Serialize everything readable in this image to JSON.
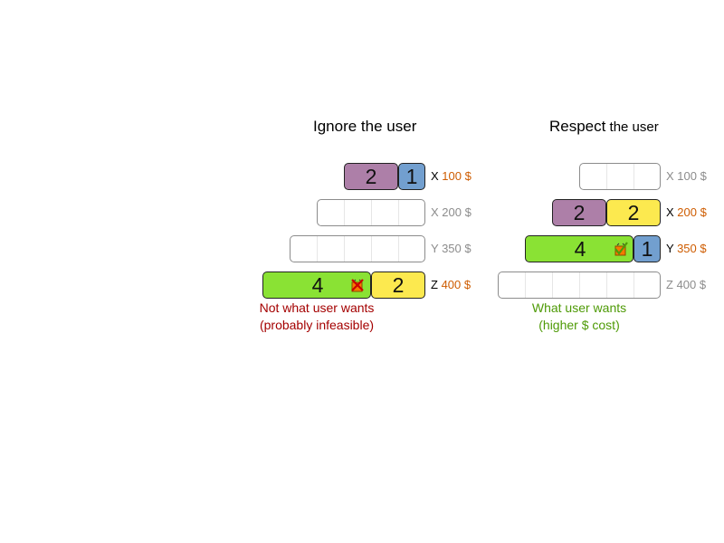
{
  "left": {
    "title": "Ignore the user",
    "rows": [
      {
        "machine": "X",
        "cost": "100 $",
        "blocks": [
          "2",
          "1"
        ]
      },
      {
        "machine": "X",
        "cost": "200 $",
        "blocks": []
      },
      {
        "machine": "Y",
        "cost": "350 $",
        "blocks": []
      },
      {
        "machine": "Z",
        "cost": "400 $",
        "blocks": [
          "4",
          "2"
        ]
      }
    ],
    "note_line1": "Not what user wants",
    "note_line2": "(probably infeasible)"
  },
  "right": {
    "title_big": "Respect",
    "title_small": " the user",
    "rows": [
      {
        "machine": "X",
        "cost": "100 $",
        "blocks": []
      },
      {
        "machine": "X",
        "cost": "200 $",
        "blocks": [
          "2",
          "2"
        ]
      },
      {
        "machine": "Y",
        "cost": "350 $",
        "blocks": [
          "4",
          "1"
        ]
      },
      {
        "machine": "Z",
        "cost": "400 $",
        "blocks": []
      }
    ],
    "note_line1": "What user wants",
    "note_line2": "(higher $ cost)"
  },
  "colors": {
    "purple": "#ad7fa8",
    "blue": "#729fcf",
    "green": "#8ae234",
    "yellow": "#fce94f",
    "cost_active": "#ce5c00",
    "bad_text": "#a40000",
    "good_text": "#4e9a06"
  },
  "icons": {
    "left_z_block": "cross-icon",
    "right_y_block": "check-icon"
  }
}
